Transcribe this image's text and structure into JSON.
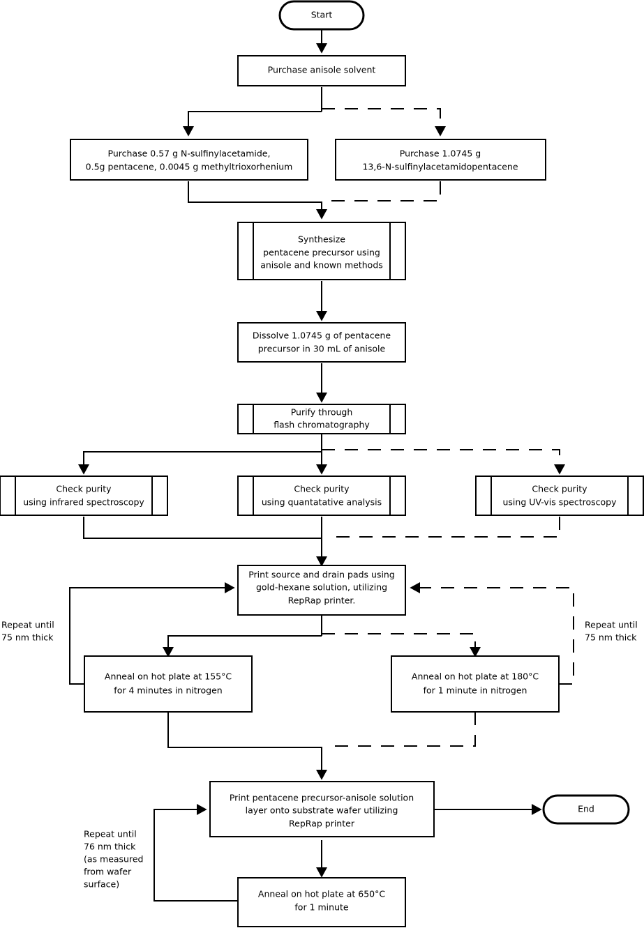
{
  "diagram": {
    "title": "Pentacene precursor printing process flowchart",
    "colors": {
      "stroke": "#000000",
      "fill": "#ffffff",
      "text": "#000000"
    }
  },
  "nodes": {
    "start": {
      "label": "Start",
      "shape": "terminator"
    },
    "purchase_anisole": {
      "label": "Purchase anisole solvent",
      "shape": "process"
    },
    "purchase_reagents": {
      "line1": "Purchase 0.57 g N-sulfinylacetamide,",
      "line2": "0.5g pentacene, 0.0045 g methyltrioxorhenium",
      "shape": "process"
    },
    "purchase_precursor": {
      "line1": "Purchase 1.0745 g",
      "line2": "13,6-N-sulfinylacetamidopentacene",
      "shape": "process"
    },
    "synthesize": {
      "line1": "Synthesize",
      "line2": "pentacene precursor using",
      "line3": "anisole and known methods",
      "shape": "predefined-process"
    },
    "dissolve": {
      "line1": "Dissolve 1.0745 g of pentacene",
      "line2": "precursor in 30 mL of anisole",
      "shape": "process"
    },
    "purify": {
      "line1": "Purify through",
      "line2": "flash chromatography",
      "shape": "predefined-process"
    },
    "check_ir": {
      "line1": "Check purity",
      "line2": "using infrared spectroscopy",
      "shape": "predefined-process"
    },
    "check_quant": {
      "line1": "Check purity",
      "line2": "using quantatative analysis",
      "shape": "predefined-process"
    },
    "check_uvvis": {
      "line1": "Check purity",
      "line2": "using UV-vis spectroscopy",
      "shape": "predefined-process"
    },
    "print_pads": {
      "line1": "Print source and drain pads using",
      "line2": "gold-hexane solution, utilizing",
      "line3": "RepRap printer.",
      "shape": "process"
    },
    "anneal_155": {
      "line1": "Anneal on hot plate at 155°C",
      "line2": "for 4 minutes in nitrogen",
      "shape": "process"
    },
    "anneal_180": {
      "line1": "Anneal on hot plate at 180°C",
      "line2": "for 1 minute in nitrogen",
      "shape": "process"
    },
    "print_layer": {
      "line1": "Print pentacene precursor-anisole solution",
      "line2": "layer onto substrate wafer utilizing",
      "line3": "RepRap printer",
      "shape": "process"
    },
    "anneal_650": {
      "line1": "Anneal on hot plate at 650°C",
      "line2": "for 1 minute",
      "shape": "process"
    },
    "end": {
      "label": "End",
      "shape": "terminator"
    }
  },
  "edge_labels": {
    "repeat_left": {
      "line1": "Repeat until",
      "line2": "75 nm thick"
    },
    "repeat_right": {
      "line1": "Repeat until",
      "line2": "75 nm thick"
    },
    "repeat_bottom": {
      "line1": "Repeat until",
      "line2": "76 nm thick",
      "line3": "(as measured",
      "line4": "from wafer",
      "line5": "surface)"
    }
  }
}
